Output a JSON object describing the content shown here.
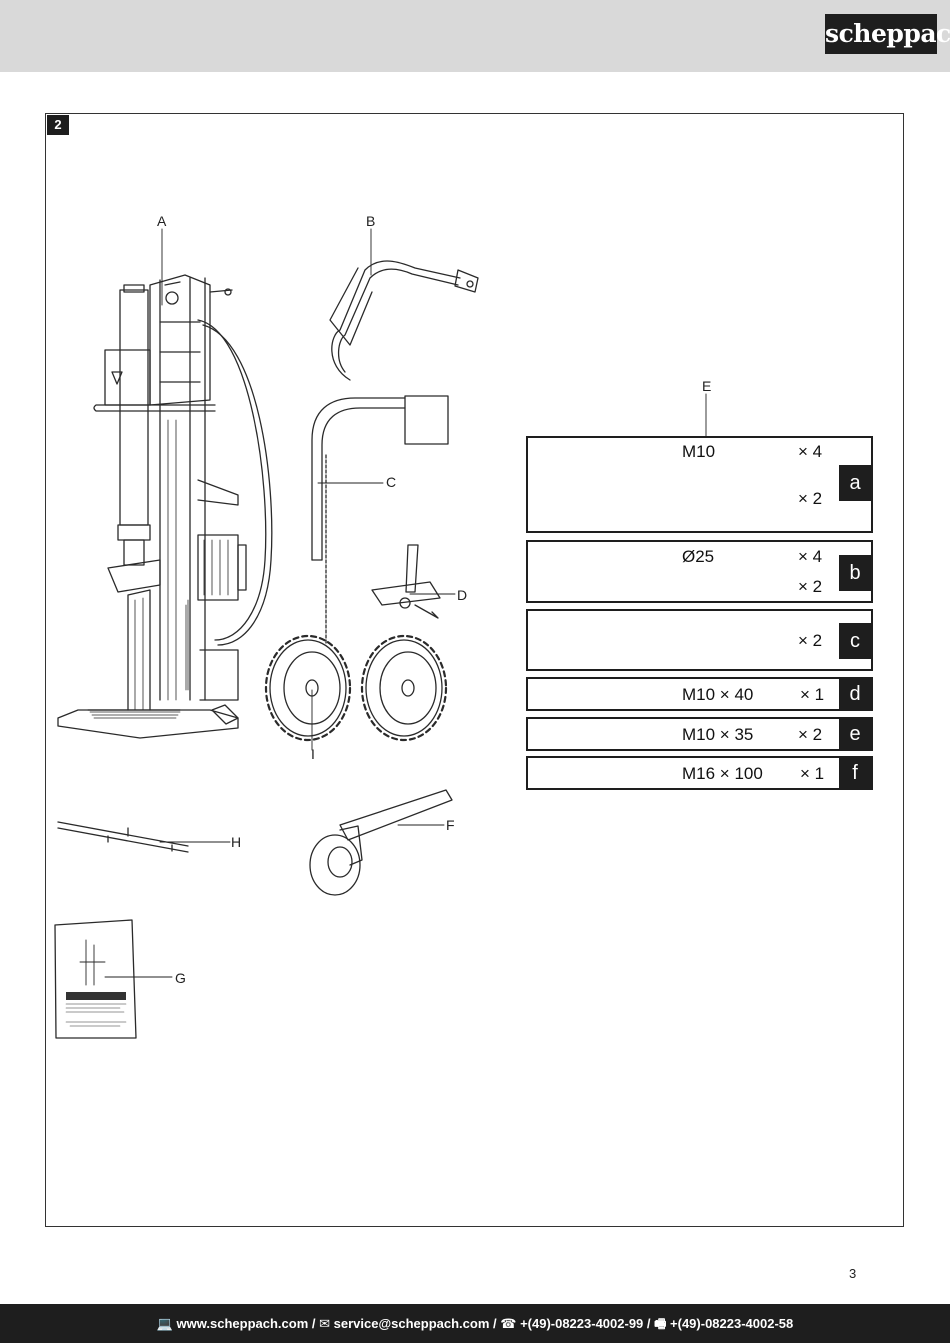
{
  "header": {
    "brand": "scheppach"
  },
  "figure": {
    "number": "2",
    "labels": {
      "A": "A",
      "B": "B",
      "C": "C",
      "D": "D",
      "E": "E",
      "F": "F",
      "G": "G",
      "H": "H",
      "I": "I"
    },
    "manual_cover": {
      "title": "Hydraulic Log Splitters"
    }
  },
  "hardware": [
    {
      "letter": "a",
      "rows": [
        {
          "size": "M10",
          "qty": "× 4",
          "icon": "hex-nut-icon"
        },
        {
          "size": "",
          "qty": "× 2",
          "icon": "u-bolt-icon"
        }
      ]
    },
    {
      "letter": "b",
      "rows": [
        {
          "size": "Ø25",
          "qty": "× 4",
          "icon": "washer-icon"
        },
        {
          "size": "",
          "qty": "× 2",
          "icon": "spring-cotter-pin-icon"
        }
      ]
    },
    {
      "letter": "c",
      "rows": [
        {
          "size": "",
          "qty": "× 2",
          "icon": "l-pin-icon"
        }
      ]
    },
    {
      "letter": "d",
      "rows": [
        {
          "size": "M10 ×  40",
          "qty": "× 1",
          "icon": "bolt-washers-nut-icon"
        }
      ]
    },
    {
      "letter": "e",
      "rows": [
        {
          "size": "M10 ×  35",
          "qty": "× 2",
          "icon": "bolt-nut-icon"
        }
      ]
    },
    {
      "letter": "f",
      "rows": [
        {
          "size": "M16 ×  100",
          "qty": "× 1",
          "icon": "long-bolt-nut-icon"
        }
      ]
    }
  ],
  "page_number": "3",
  "footer": {
    "website": "www.scheppach.com",
    "email": "service@scheppach.com",
    "phone": "+(49)-08223-4002-99",
    "fax": "+(49)-08223-4002-58",
    "separator": " / "
  }
}
